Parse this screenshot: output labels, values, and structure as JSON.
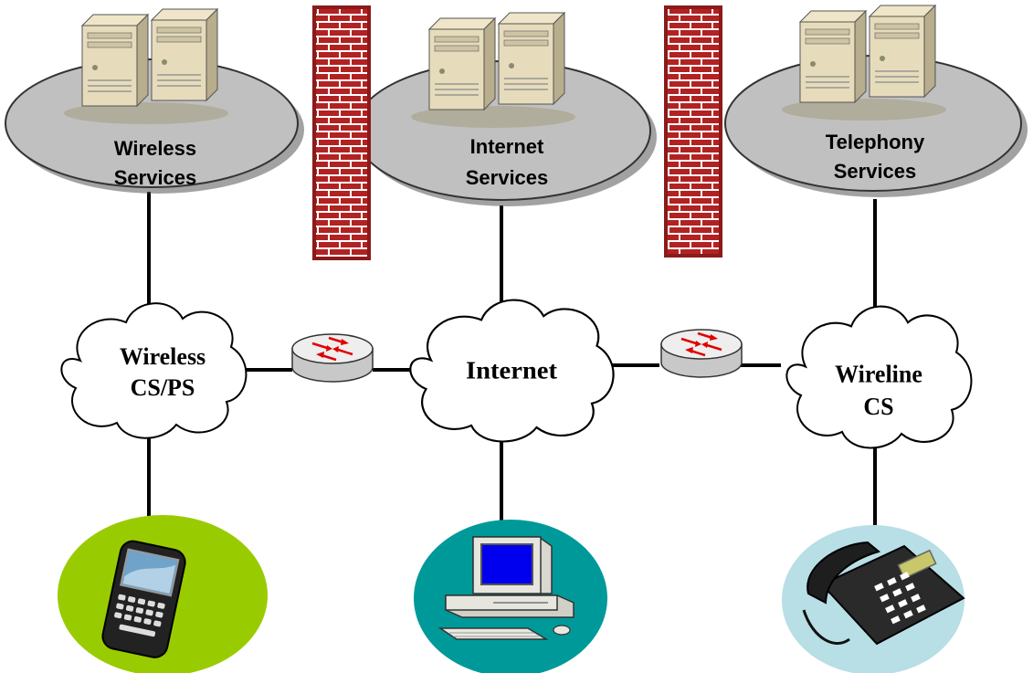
{
  "services": [
    {
      "line1": "Wireless",
      "line2": "Services"
    },
    {
      "line1": "Internet",
      "line2": "Services"
    },
    {
      "line1": "Telephony",
      "line2": "Services"
    }
  ],
  "networks": [
    {
      "line1": "Wireless",
      "line2": "CS/PS"
    },
    {
      "line1": "Internet",
      "line2": ""
    },
    {
      "line1": "Wireline",
      "line2": "CS"
    }
  ],
  "icons": {
    "server": "server-tower-icon",
    "firewall": "brick-firewall-icon",
    "router": "router-icon",
    "smartphone": "blackberry-smartphone-icon",
    "computer": "desktop-computer-icon",
    "phone": "desk-telephone-icon"
  },
  "colors": {
    "disc_fill": "#c0c0c0",
    "firewall_brick": "#b22222",
    "device_bg_phone": "#99cc00",
    "device_bg_computer": "#009999",
    "device_bg_telephone": "#b8dee6",
    "line": "#000000"
  }
}
